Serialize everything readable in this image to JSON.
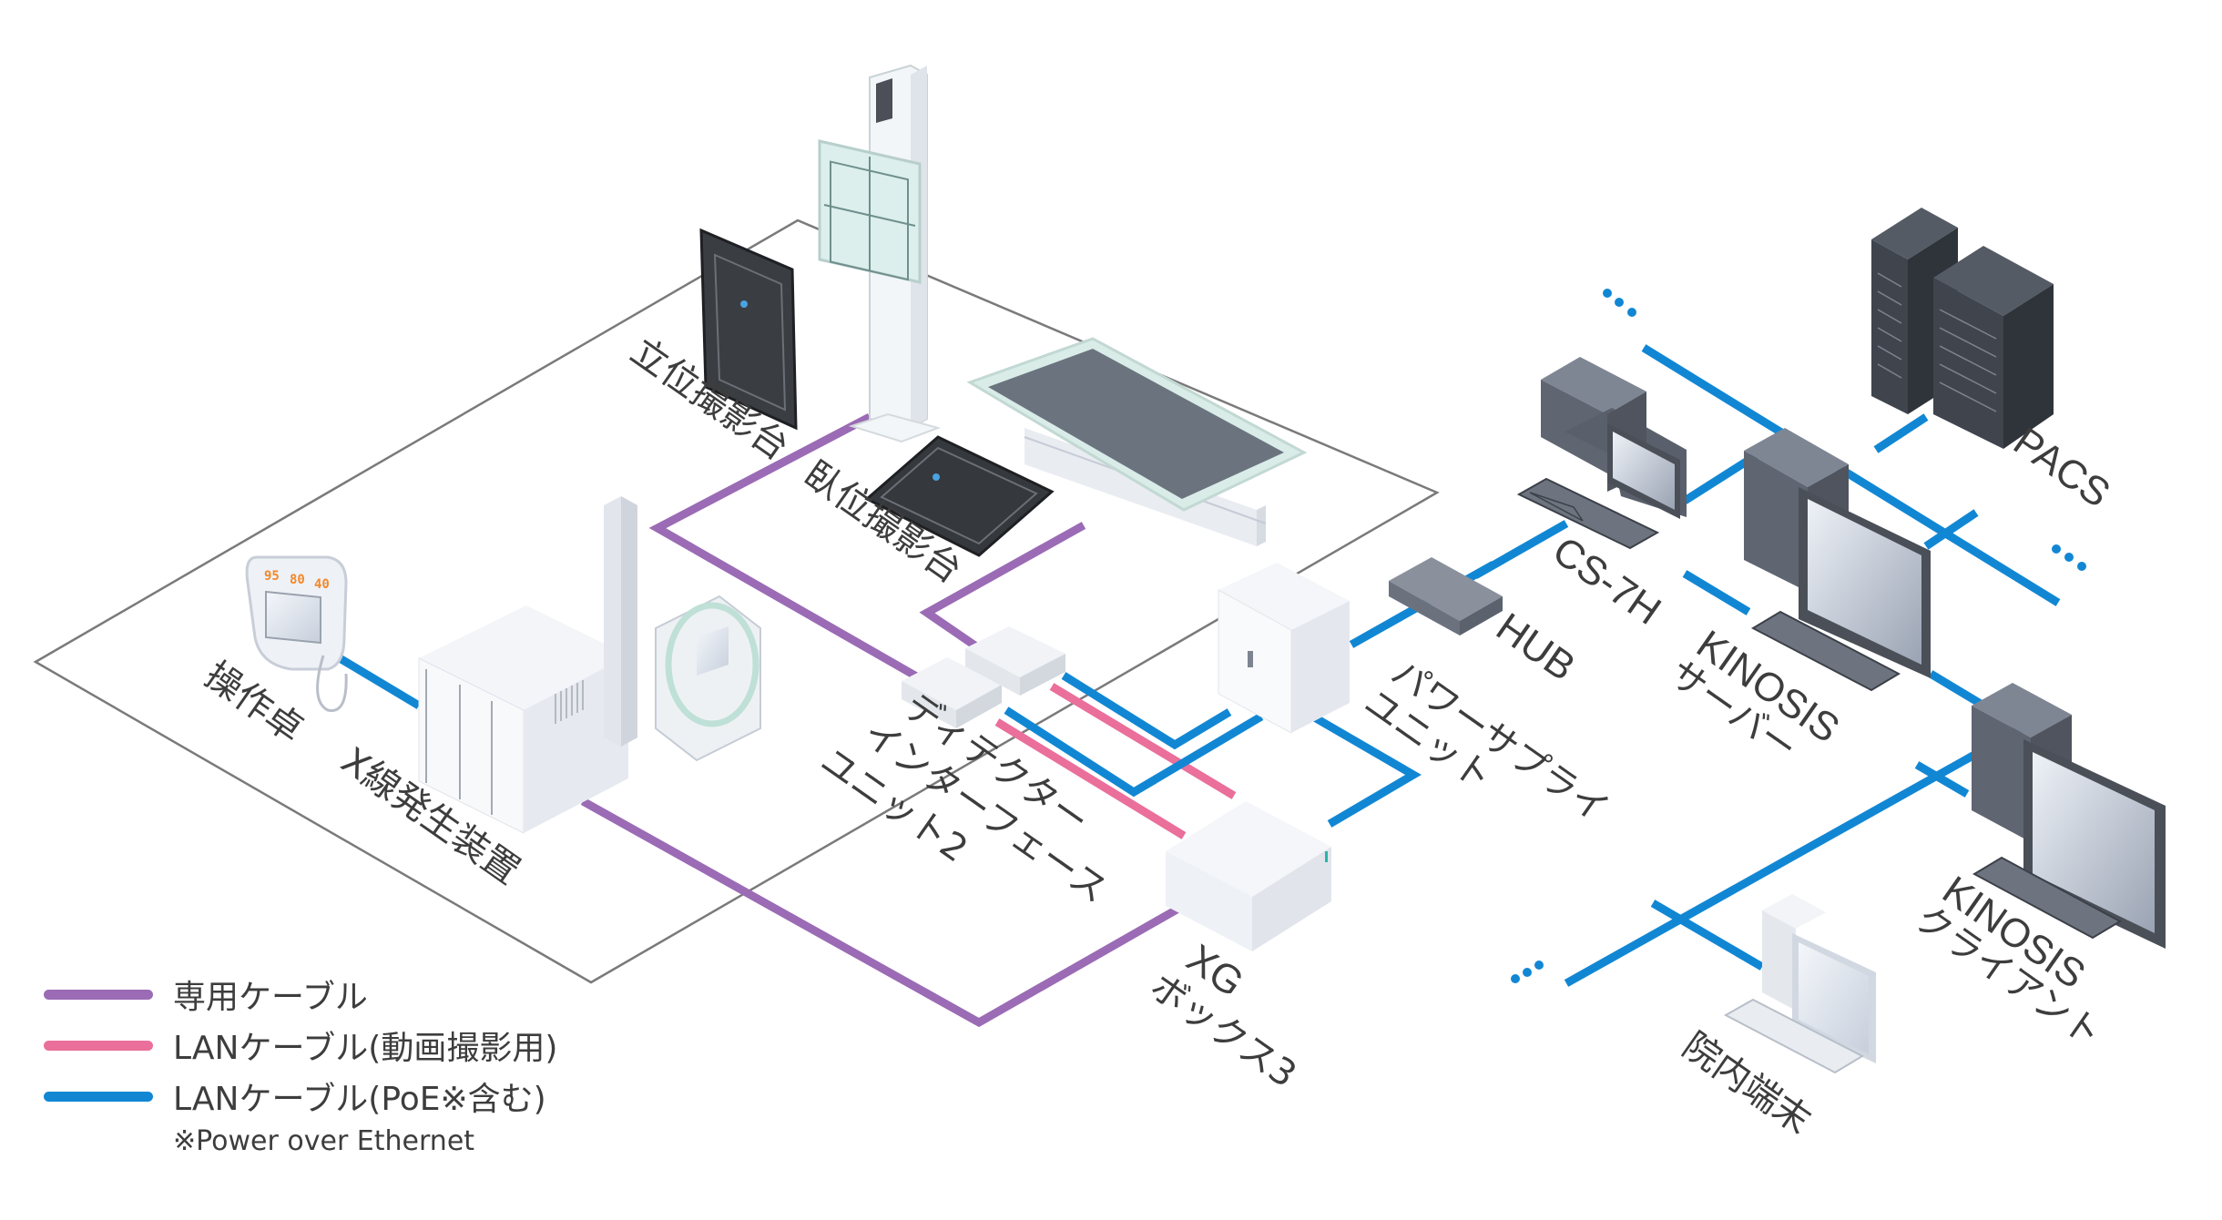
{
  "colors": {
    "dedicated_cable": "#9b6bb5",
    "lan_video_cable": "#ea6f9a",
    "lan_poe_cable": "#1187d4",
    "floor_outline": "#7a7a7a",
    "label_text": "#3d3d3d",
    "dark_device": "#4a4f58",
    "light_device": "#eef1f5"
  },
  "devices": {
    "upright_stand": {
      "label": "立位撮影台"
    },
    "table_stand": {
      "label": "臥位撮影台"
    },
    "console": {
      "label": "操作卓",
      "readouts": [
        "95",
        "80",
        "40"
      ]
    },
    "xray_generator": {
      "label": "X線発生装置"
    },
    "detector_interface": {
      "label_lines": [
        "ディテクター",
        "インターフェース",
        "ユニット2"
      ]
    },
    "power_supply": {
      "label_lines": [
        "パワーサプライ",
        "ユニット"
      ]
    },
    "xg_box": {
      "label_lines": [
        "XG",
        "ボックス3"
      ]
    },
    "hub": {
      "label": "HUB"
    },
    "cs7h": {
      "label": "CS-7H"
    },
    "kinosis_server": {
      "label_lines": [
        "KINOSIS",
        "サーバー"
      ]
    },
    "kinosis_client": {
      "label_lines": [
        "KINOSIS",
        "クライアント"
      ]
    },
    "pacs": {
      "label": "PACS"
    },
    "hospital_terminal": {
      "label": "院内端末"
    }
  },
  "legend": {
    "items": [
      {
        "label": "専用ケーブル",
        "color": "#9b6bb5"
      },
      {
        "label": "LANケーブル(動画撮影用)",
        "color": "#ea6f9a"
      },
      {
        "label": "LANケーブル(PoE※含む)",
        "color": "#1187d4"
      }
    ],
    "note": "※Power over Ethernet"
  }
}
